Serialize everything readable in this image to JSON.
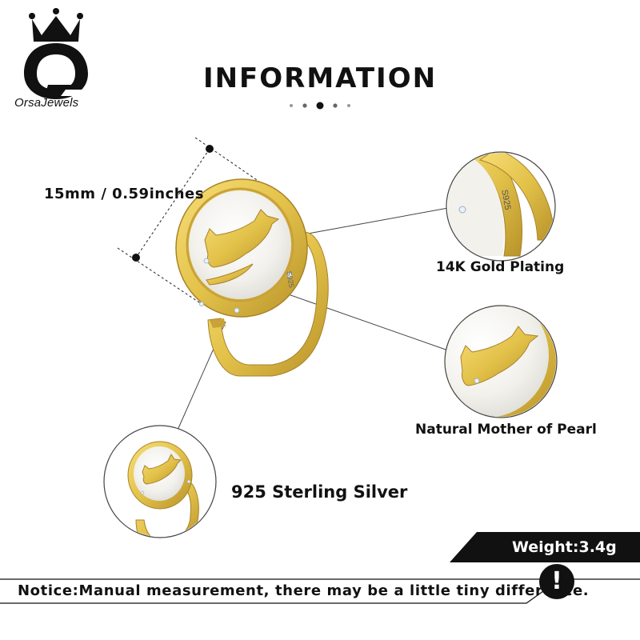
{
  "brand": {
    "name": "OrsaJewels",
    "logo_icon": "crown-o-logo-icon"
  },
  "header": {
    "title": "INFORMATION"
  },
  "specs": {
    "dimension": "15mm / 0.59inches",
    "plating": "14K Gold Plating",
    "material_pearl": "Natural Mother of Pearl",
    "material_silver": "925 Sterling Silver",
    "stamp": "S925"
  },
  "weight": {
    "label": "Weight:3.4g"
  },
  "notice": {
    "text": "Notice:Manual measurement, there may be a little tiny difference.",
    "icon": "exclamation-icon"
  },
  "colors": {
    "gold": "#E3C24A",
    "gold_dark": "#B8922A",
    "pearl": "#F4F3EE",
    "black": "#111111"
  }
}
